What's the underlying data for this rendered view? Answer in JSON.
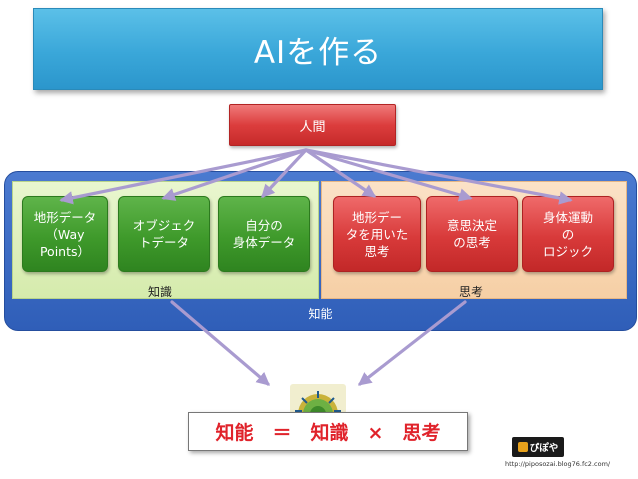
{
  "title": "AIを作る",
  "human": "人間",
  "intelligence_label": "知能",
  "knowledge": {
    "label": "知識",
    "items": [
      "地形データ\n（Way\nPoints）",
      "オブジェク\nトデータ",
      "自分の\n身体データ"
    ]
  },
  "thinking": {
    "label": "思考",
    "items": [
      "地形デー\nタを用いた\n思考",
      "意思決定\nの思考",
      "身体運動\nの\nロジック"
    ]
  },
  "formula": "知能　＝　知識　×　思考",
  "logo_text": "ぴぽや",
  "url": "http://piposozai.blog76.fc2.com/",
  "colors": {
    "title_banner": "#3aa7d9",
    "human_box": "#d83a3a",
    "knowledge_box": "#3f9a2b",
    "thinking_box": "#d83a3a",
    "intelligence_panel": "#2f5eb8",
    "arrows": "#a99bd0",
    "formula_text": "#e0232b"
  },
  "icons": {
    "center": "brain-gear-icon",
    "logo": "pipoya-logo-icon"
  }
}
